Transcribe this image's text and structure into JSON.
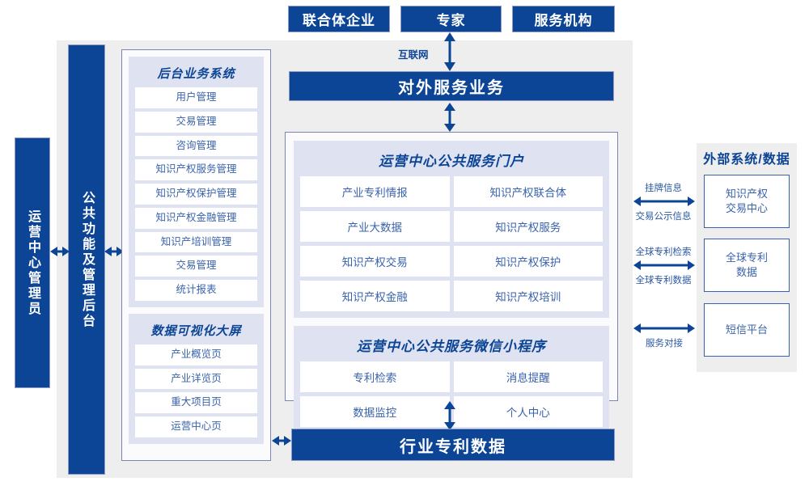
{
  "top_actors": [
    {
      "label": "联合体企业"
    },
    {
      "label": "专家"
    },
    {
      "label": "服务机构"
    }
  ],
  "internet_label": "互联网",
  "external_service_bar": "对外服务业务",
  "industry_data_bar": "行业专利数据",
  "left_rail": {
    "admin": "运营中心管理员",
    "common_backend": "公共功能及管理后台"
  },
  "backend_panel": {
    "groups": [
      {
        "title": "后台业务系统",
        "items": [
          "用户管理",
          "交易管理",
          "咨询管理",
          "知识产权服务管理",
          "知识产权保护管理",
          "知识产权金融管理",
          "知识产培训管理",
          "交易管理",
          "统计报表"
        ]
      },
      {
        "title": "数据可视化大屏",
        "items": [
          "产业概览页",
          "产业详览页",
          "重大项目页",
          "运营中心页"
        ]
      }
    ]
  },
  "middle_panel": {
    "blocks": [
      {
        "title": "运营中心公共服务门户",
        "items": [
          "产业专利情报",
          "知识产权联合体",
          "产业大数据",
          "知识产权服务",
          "知识产权交易",
          "知识产权保护",
          "知识产权金融",
          "知识产权培训"
        ]
      },
      {
        "title": "运营中心公共服务微信小程序",
        "items": [
          "专利检索",
          "消息提醒",
          "数据监控",
          "个人中心"
        ]
      }
    ]
  },
  "external_panel": {
    "title": "外部系统/数据",
    "boxes": [
      {
        "line1": "知识产权",
        "line2": "交易中心"
      },
      {
        "line1": "全球专利",
        "line2": "数据"
      },
      {
        "line1": "短信平台",
        "line2": ""
      }
    ],
    "connector_labels": [
      {
        "above": "挂牌信息",
        "below": "交易公示信息"
      },
      {
        "above": "全球专利检索",
        "below": "全球专利数据"
      },
      {
        "above": "",
        "below": "服务对接"
      }
    ]
  },
  "colors": {
    "primary_blue": "#0c4596",
    "cell_text_blue": "#3a63ac",
    "panel_lavender": "#dfe3f1",
    "container_gray": "#eeeeee",
    "border_blue_gray": "#7b85b5"
  }
}
